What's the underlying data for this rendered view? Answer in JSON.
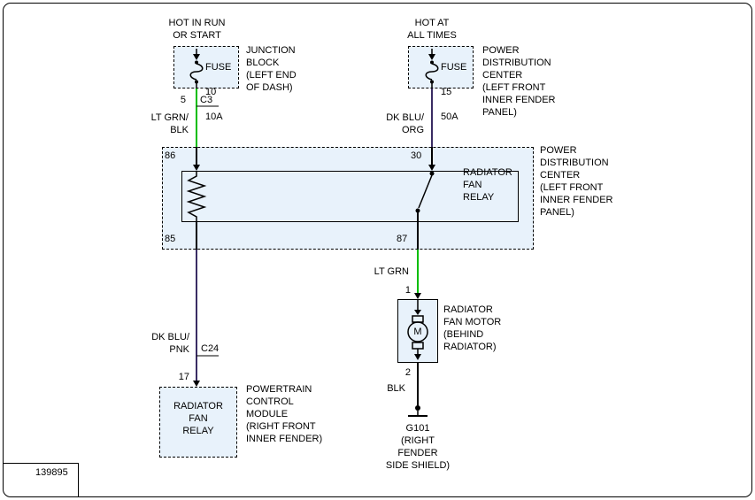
{
  "colors": {
    "lt_grn": "#00bd00",
    "dk_blu": "#3a2c63",
    "blk": "#000000",
    "box_fill": "#e8f2fb"
  },
  "junction": {
    "power_source": "HOT IN RUN\nOR START",
    "fuse_name": "FUSE",
    "fuse_number": "10",
    "fuse_rating": "10A",
    "component": "JUNCTION\nBLOCK\n(LEFT END\nOF DASH)",
    "pin": "5",
    "connector": "C3"
  },
  "pdc_fuse": {
    "power_source": "HOT AT\nALL TIMES",
    "fuse_name": "FUSE",
    "fuse_number": "15",
    "fuse_rating": "50A",
    "component": "POWER\nDISTRIBUTION\nCENTER\n(LEFT FRONT\nINNER FENDER\nPANEL)"
  },
  "wires": {
    "lt_grn_blk": "LT GRN/\nBLK",
    "dk_blu_org": "DK BLU/\nORG",
    "dk_blu_pnk": "DK BLU/\nPNK",
    "lt_grn": "LT GRN",
    "blk": "BLK"
  },
  "relay": {
    "pins": {
      "p86": "86",
      "p30": "30",
      "p85": "85",
      "p87": "87"
    },
    "name": "RADIATOR\nFAN\nRELAY",
    "component": "POWER\nDISTRIBUTION\nCENTER\n(LEFT FRONT\nINNER FENDER\nPANEL)"
  },
  "pcm": {
    "pin": "17",
    "connector": "C24",
    "internal": "RADIATOR\nFAN\nRELAY",
    "component": "POWERTRAIN\nCONTROL\nMODULE\n(RIGHT FRONT\nINNER FENDER)"
  },
  "motor": {
    "pin_in": "1",
    "pin_out": "2",
    "symbol": "M",
    "component": "RADIATOR\nFAN MOTOR\n(BEHIND\nRADIATOR)"
  },
  "ground": {
    "label": "G101\n(RIGHT\nFENDER\nSIDE SHIELD)"
  },
  "footer": {
    "doc_number": "139895"
  }
}
